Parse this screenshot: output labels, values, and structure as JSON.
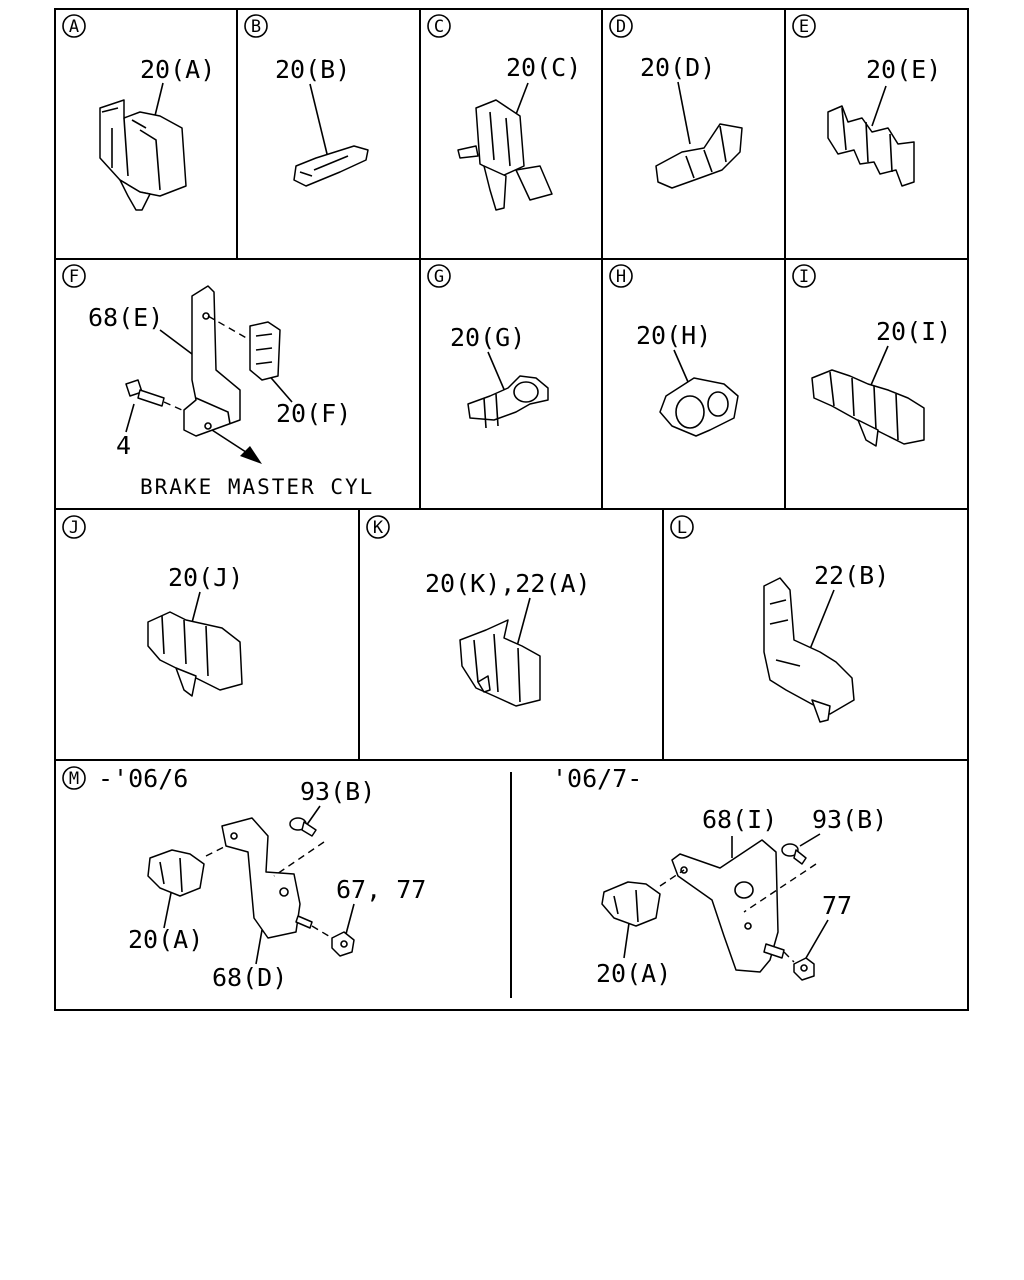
{
  "panels": [
    {
      "id": "A",
      "labels": [
        "20(A)"
      ]
    },
    {
      "id": "B",
      "labels": [
        "20(B)"
      ]
    },
    {
      "id": "C",
      "labels": [
        "20(C)"
      ]
    },
    {
      "id": "D",
      "labels": [
        "20(D)"
      ]
    },
    {
      "id": "E",
      "labels": [
        "20(E)"
      ]
    },
    {
      "id": "F",
      "labels": [
        "68(E)",
        "20(F)",
        "4"
      ],
      "caption": "BRAKE MASTER CYL"
    },
    {
      "id": "G",
      "labels": [
        "20(G)"
      ]
    },
    {
      "id": "H",
      "labels": [
        "20(H)"
      ]
    },
    {
      "id": "I",
      "labels": [
        "20(I)"
      ]
    },
    {
      "id": "J",
      "labels": [
        "20(J)"
      ]
    },
    {
      "id": "K",
      "labels": [
        "20(K),22(A)"
      ]
    },
    {
      "id": "L",
      "labels": [
        "22(B)"
      ]
    },
    {
      "id": "M",
      "left": {
        "period": "-'06/6",
        "labels": [
          "93(B)",
          "67, 77",
          "20(A)",
          "68(D)"
        ]
      },
      "right": {
        "period": "'06/7-",
        "labels": [
          "68(I)",
          "93(B)",
          "77",
          "20(A)"
        ]
      }
    }
  ]
}
